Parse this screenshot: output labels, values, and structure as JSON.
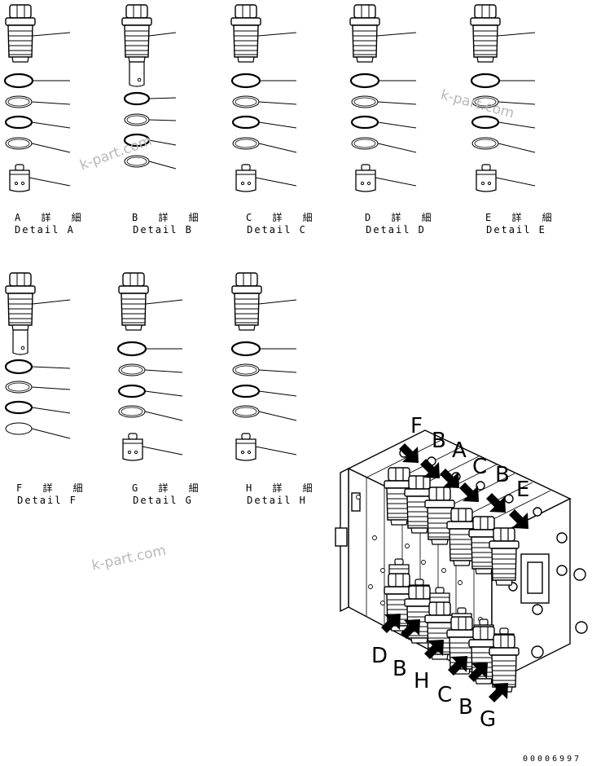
{
  "details": [
    {
      "jp": "A 詳 細",
      "en": "Detail A"
    },
    {
      "jp": "B 詳 細",
      "en": "Detail B"
    },
    {
      "jp": "C 詳 細",
      "en": "Detail C"
    },
    {
      "jp": "D 詳 細",
      "en": "Detail D"
    },
    {
      "jp": "E 詳 細",
      "en": "Detail E"
    },
    {
      "jp": "F 詳 細",
      "en": "Detail F"
    },
    {
      "jp": "G 詳 細",
      "en": "Detail G"
    },
    {
      "jp": "H 詳 細",
      "en": "Detail H"
    }
  ],
  "arrow_labels_top": [
    "F",
    "B",
    "A",
    "C",
    "B",
    "E"
  ],
  "arrow_labels_bottom": [
    "D",
    "B",
    "H",
    "C",
    "B",
    "G"
  ],
  "watermark": "k-part.com",
  "document_number": "00006997"
}
